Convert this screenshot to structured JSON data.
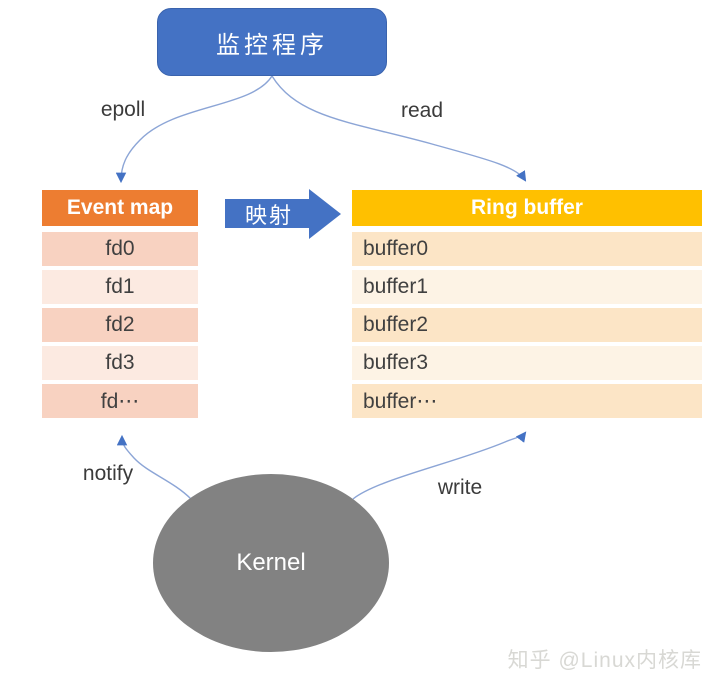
{
  "diagram": {
    "monitor_box": {
      "label": "监控程序"
    },
    "edges": {
      "epoll": "epoll",
      "read": "read",
      "notify": "notify",
      "write": "write",
      "mapping": "映射"
    },
    "event_map": {
      "header": "Event map",
      "rows": [
        "fd0",
        "fd1",
        "fd2",
        "fd3",
        "fd⋯"
      ]
    },
    "ring_buffer": {
      "header": "Ring buffer",
      "rows": [
        "buffer0",
        "buffer1",
        "buffer2",
        "buffer3",
        "buffer⋯"
      ]
    },
    "kernel": {
      "label": "Kernel"
    },
    "watermark": "知乎 @Linux内核库",
    "colors": {
      "monitor_blue": "#4472C4",
      "connector_blue": "#8CA5D6",
      "arrowhead_blue": "#4472C4",
      "event_map_header_orange": "#ED7D31",
      "event_row_dark": "#F8D2C1",
      "event_row_light": "#FCEAE1",
      "ring_buffer_header_gold": "#FFC000",
      "ring_row_dark": "#FCE5C6",
      "ring_row_light": "#FDF3E5",
      "kernel_gray": "#828282",
      "label_text": "#3b3b3b",
      "watermark_gray": "#D8D8D4"
    }
  }
}
